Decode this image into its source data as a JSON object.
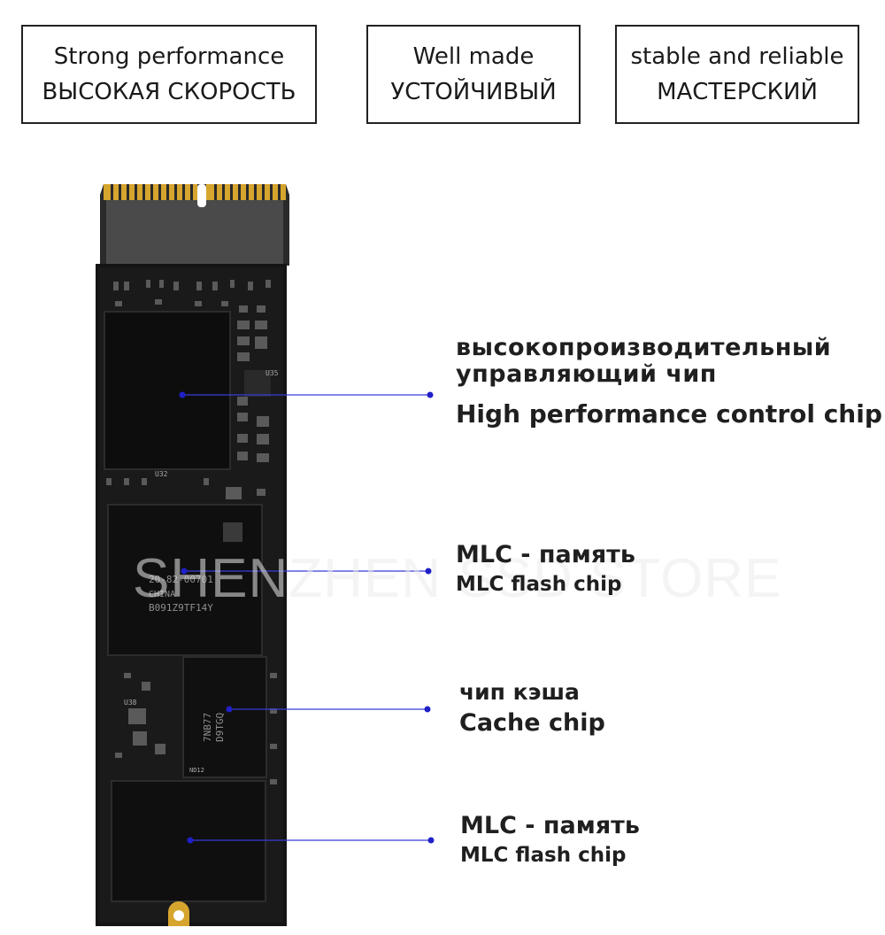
{
  "features": [
    {
      "en": "Strong performance",
      "ru": "ВЫСОКАЯ СКОРОСТЬ"
    },
    {
      "en": "Well made",
      "ru": "УСТОЙЧИВЫЙ"
    },
    {
      "en": "stable and reliable",
      "ru": "МАСТЕРСКИЙ"
    }
  ],
  "watermark": "SHENZHEN SSD STORE",
  "callouts": [
    {
      "ru": "высокопроизводительный управляющий чип",
      "ru_line1": "высокопроизводительный",
      "ru_line2": "управляющий чип",
      "en": "High performance control chip"
    },
    {
      "ru": "MLC - память",
      "en": "MLC flash chip"
    },
    {
      "ru": "чип кэша",
      "en": "Cache chip"
    },
    {
      "ru": "MLC - память",
      "en": "MLC flash chip"
    }
  ],
  "chip_markings": {
    "controller_ref": "U35",
    "controller_ref2": "U32",
    "flash": [
      "20-82-00701",
      "CHINA",
      "B091Z9TF14Y"
    ],
    "cache": [
      "7NB77",
      "D9TGQ"
    ],
    "cache_ref": "U38",
    "cache_ref2": "ND12"
  },
  "colors": {
    "callout_line": "#3b3bdc",
    "callout_dot": "#2020c8",
    "pcb": "#141414",
    "gold": "#e3b23c",
    "text": "#1f1f1f"
  }
}
